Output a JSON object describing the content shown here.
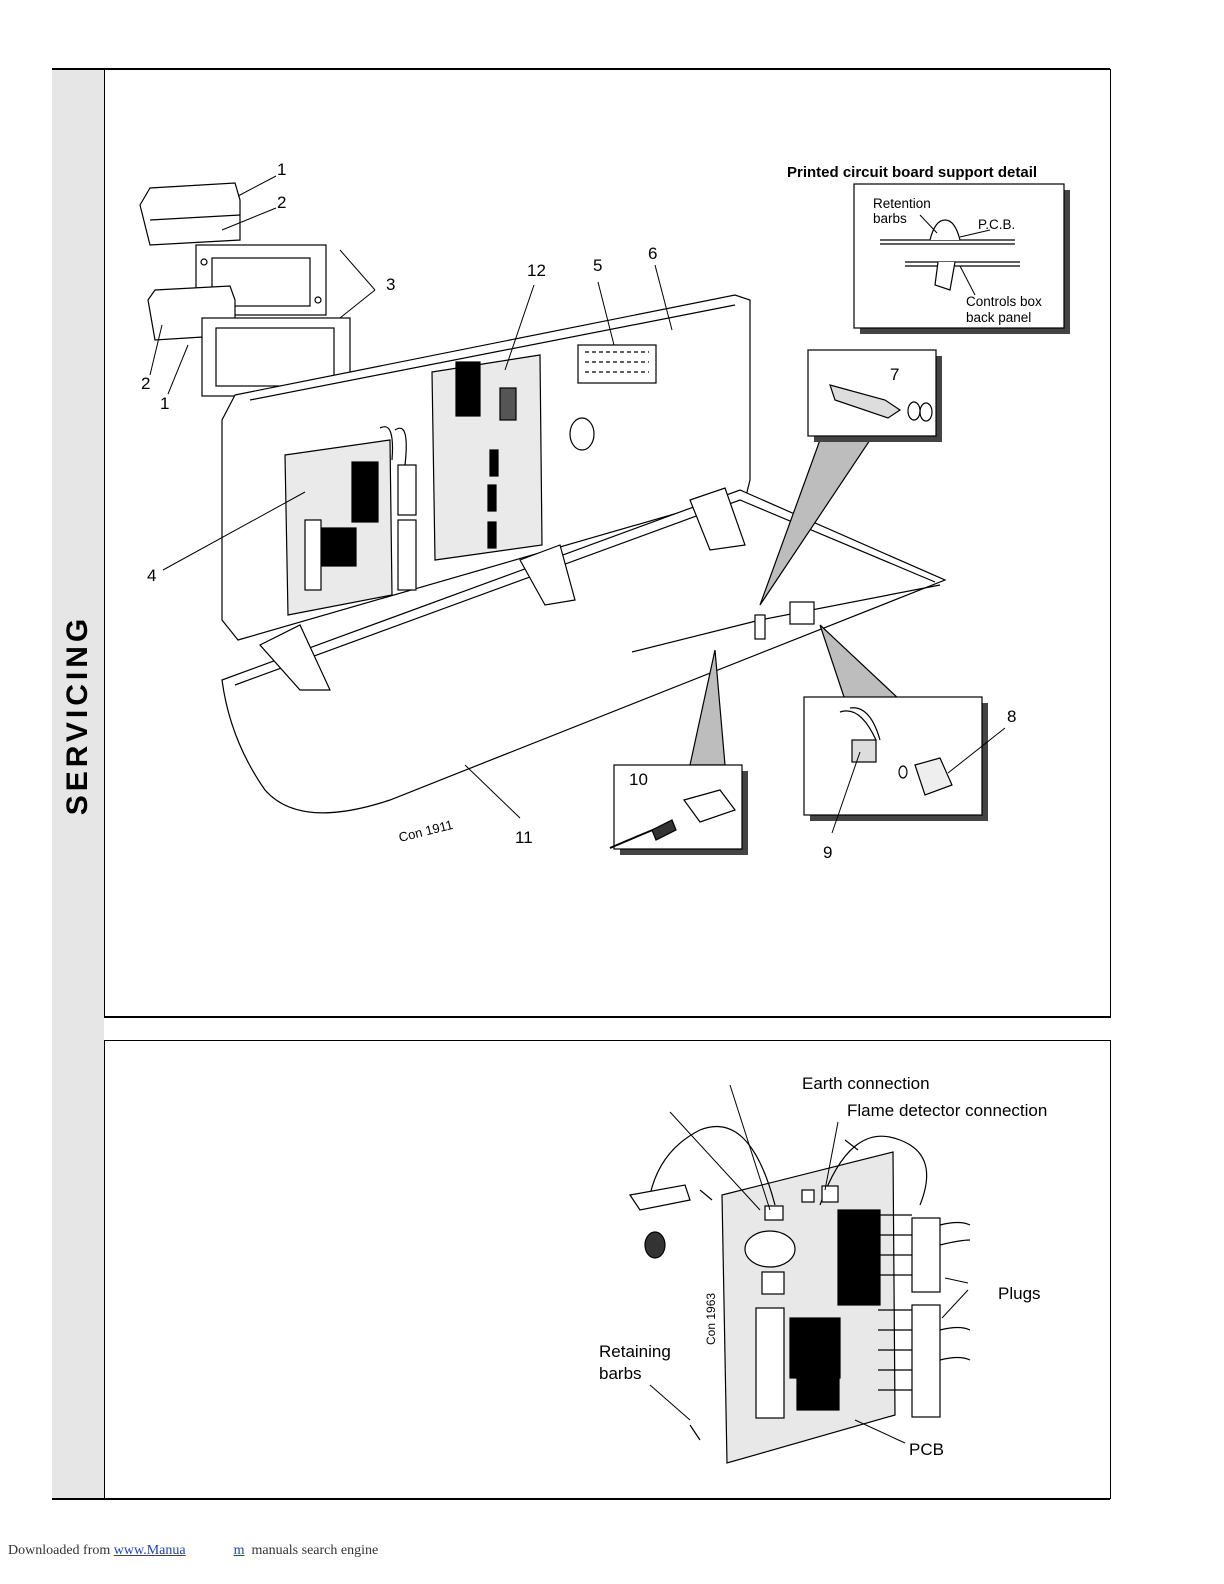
{
  "sidebar": {
    "label": "SERVICING"
  },
  "figure1": {
    "callouts": [
      "1",
      "2",
      "3",
      "12",
      "5",
      "6",
      "2",
      "1",
      "4",
      "7",
      "8",
      "9",
      "10",
      "11"
    ],
    "drawing_id": "Con 1911",
    "detail": {
      "title": "Printed circuit board support detail",
      "retention": "Retention",
      "barbs": "barbs",
      "pcb": "P.C.B.",
      "controls_box": "Controls box",
      "back_panel": "back panel"
    }
  },
  "figure2": {
    "earth": "Earth connection",
    "flame": "Flame detector connection",
    "plugs": "Plugs",
    "retaining": "Retaining",
    "barbs": "barbs",
    "pcb": "PCB",
    "drawing_id": "Con 1963"
  },
  "footer": {
    "prefix": "Downloaded from ",
    "link": "www.Manua",
    "link_end": "m",
    "suffix": "manuals search engine"
  }
}
